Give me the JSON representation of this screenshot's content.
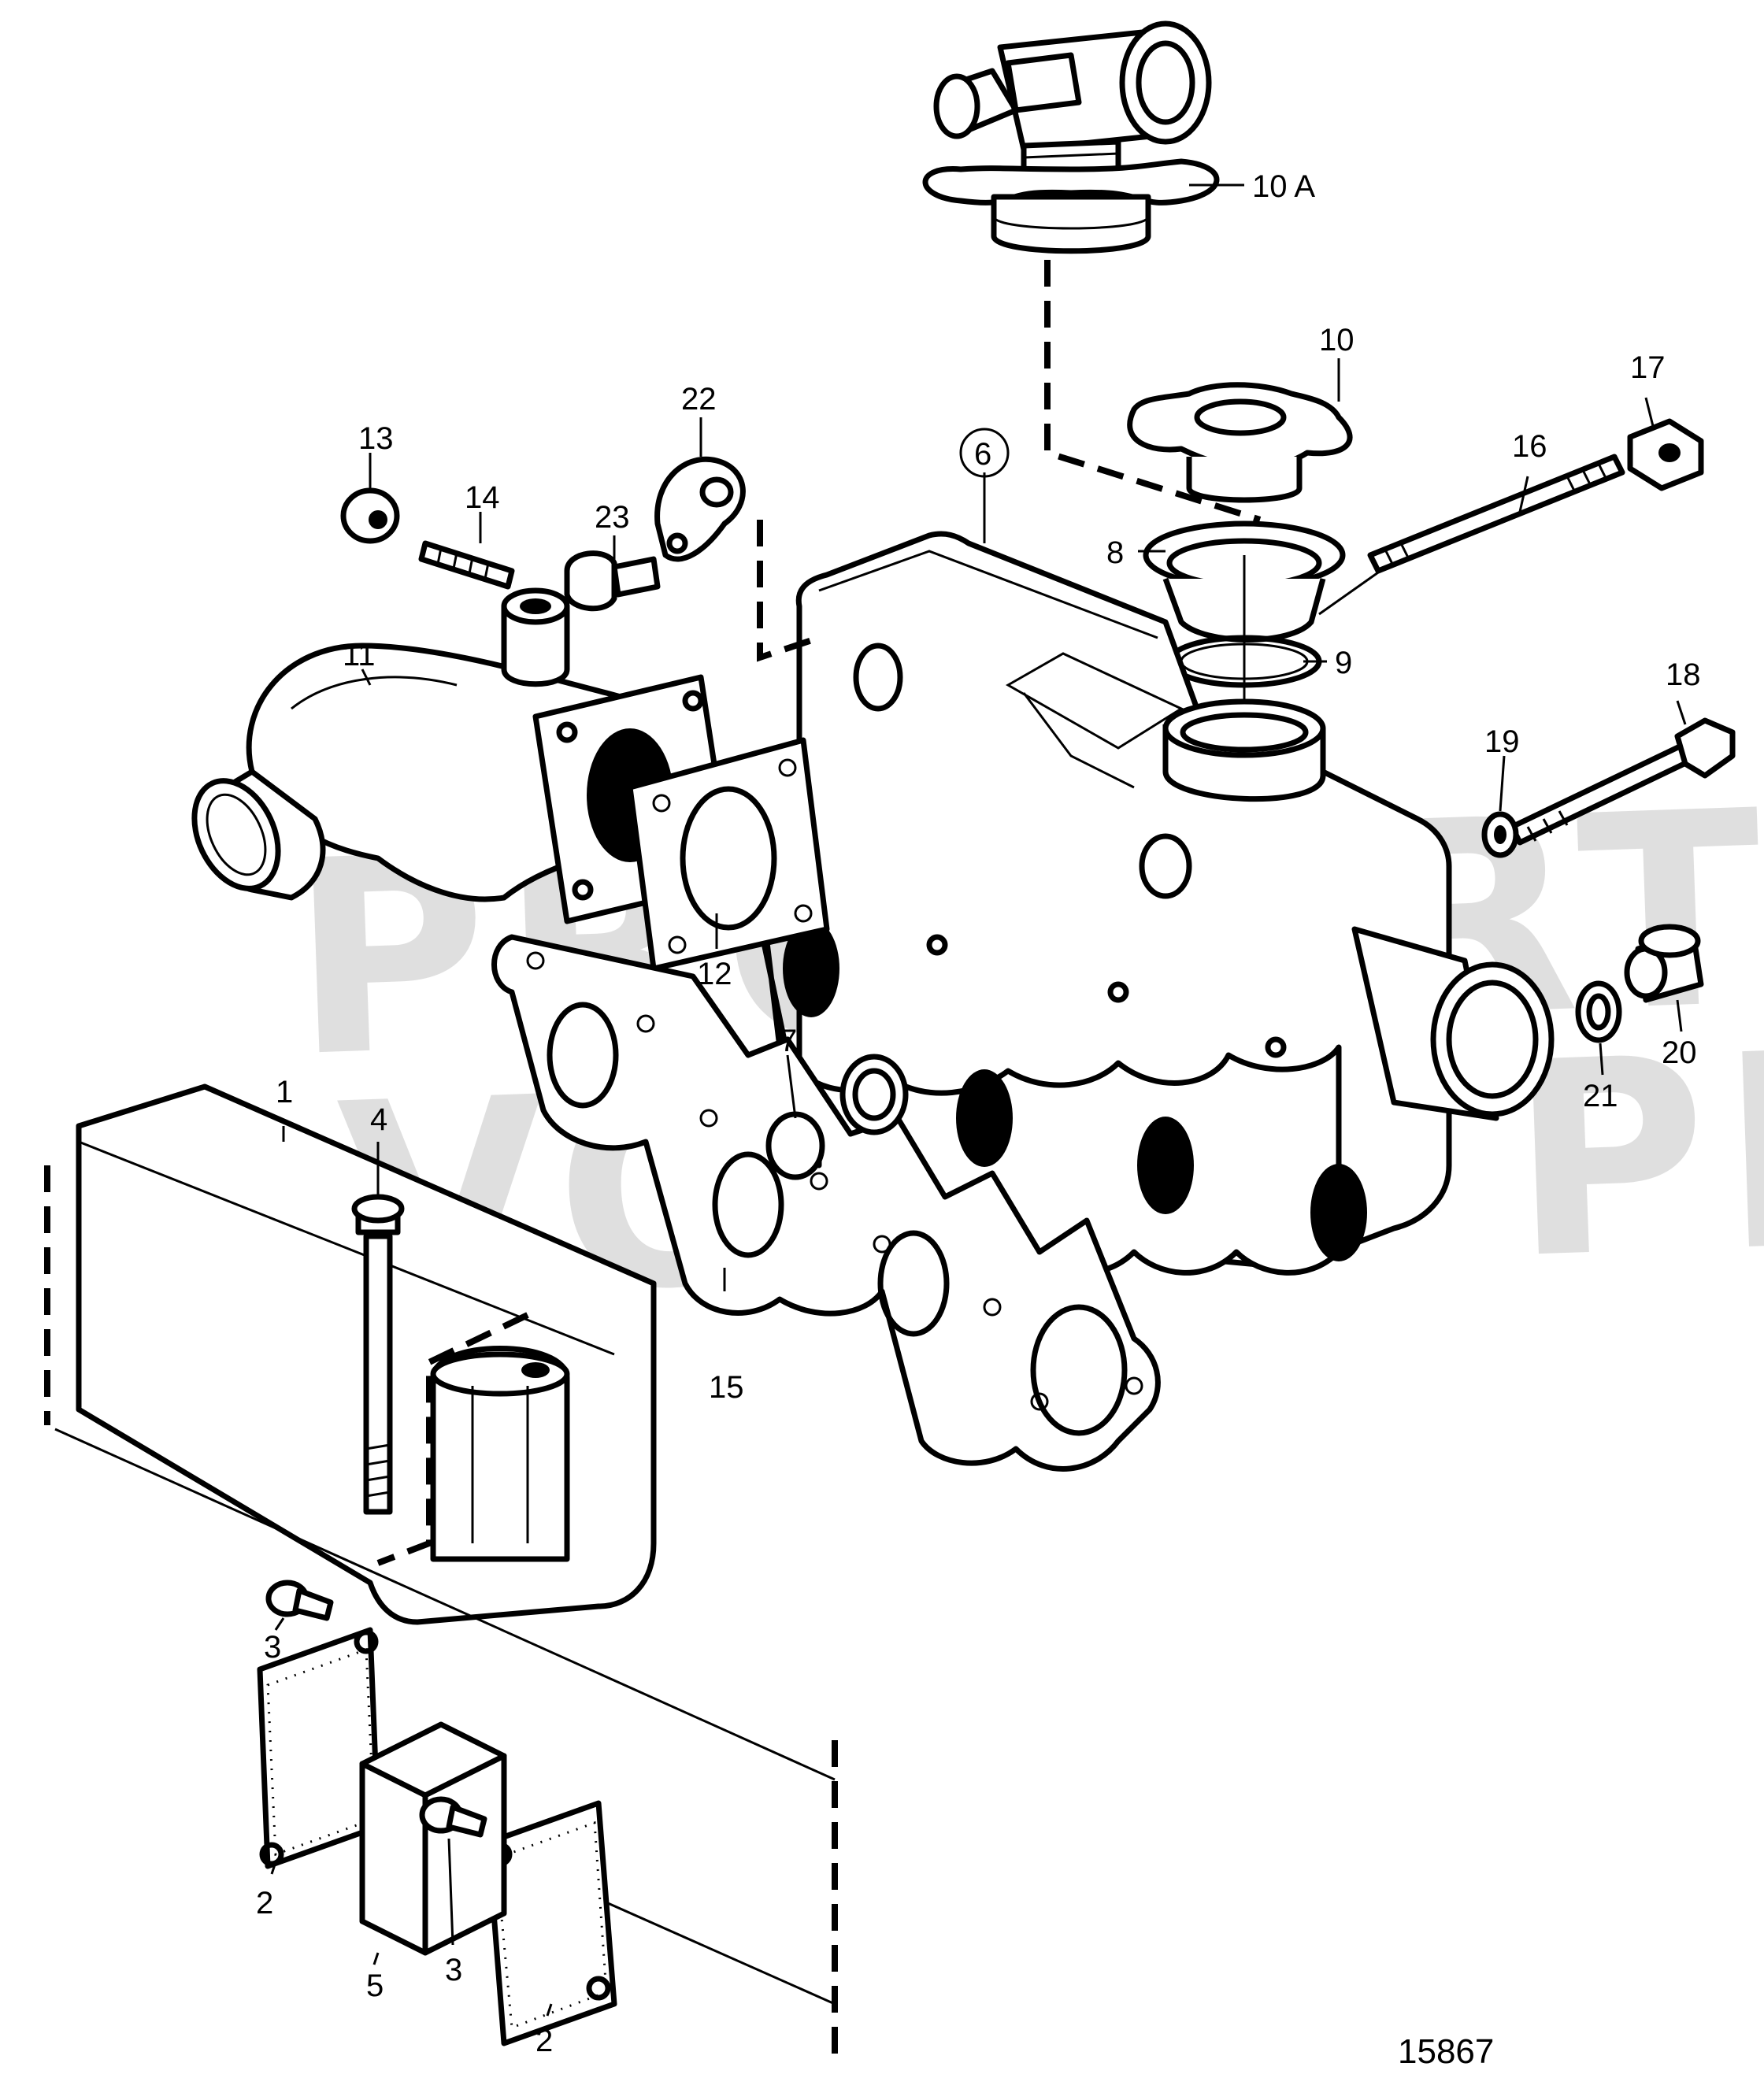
{
  "watermark": {
    "line1": "PROPERTY OF",
    "line2": "VOLVO PENTA"
  },
  "document_number": "15867",
  "callouts": [
    {
      "id": "c1",
      "text": "1"
    },
    {
      "id": "c2a",
      "text": "2"
    },
    {
      "id": "c2b",
      "text": "2"
    },
    {
      "id": "c3a",
      "text": "3"
    },
    {
      "id": "c3b",
      "text": "3"
    },
    {
      "id": "c4",
      "text": "4"
    },
    {
      "id": "c5",
      "text": "5"
    },
    {
      "id": "c6",
      "text": "6"
    },
    {
      "id": "c7",
      "text": "7"
    },
    {
      "id": "c8",
      "text": "8"
    },
    {
      "id": "c9",
      "text": "9"
    },
    {
      "id": "c10",
      "text": "10"
    },
    {
      "id": "c10a",
      "text": "10 A"
    },
    {
      "id": "c11",
      "text": "11"
    },
    {
      "id": "c12",
      "text": "12"
    },
    {
      "id": "c13",
      "text": "13"
    },
    {
      "id": "c14",
      "text": "14"
    },
    {
      "id": "c15",
      "text": "15"
    },
    {
      "id": "c16",
      "text": "16"
    },
    {
      "id": "c17",
      "text": "17"
    },
    {
      "id": "c18",
      "text": "18"
    },
    {
      "id": "c19",
      "text": "19"
    },
    {
      "id": "c20",
      "text": "20"
    },
    {
      "id": "c21",
      "text": "21"
    },
    {
      "id": "c22",
      "text": "22"
    },
    {
      "id": "c23",
      "text": "23"
    }
  ]
}
